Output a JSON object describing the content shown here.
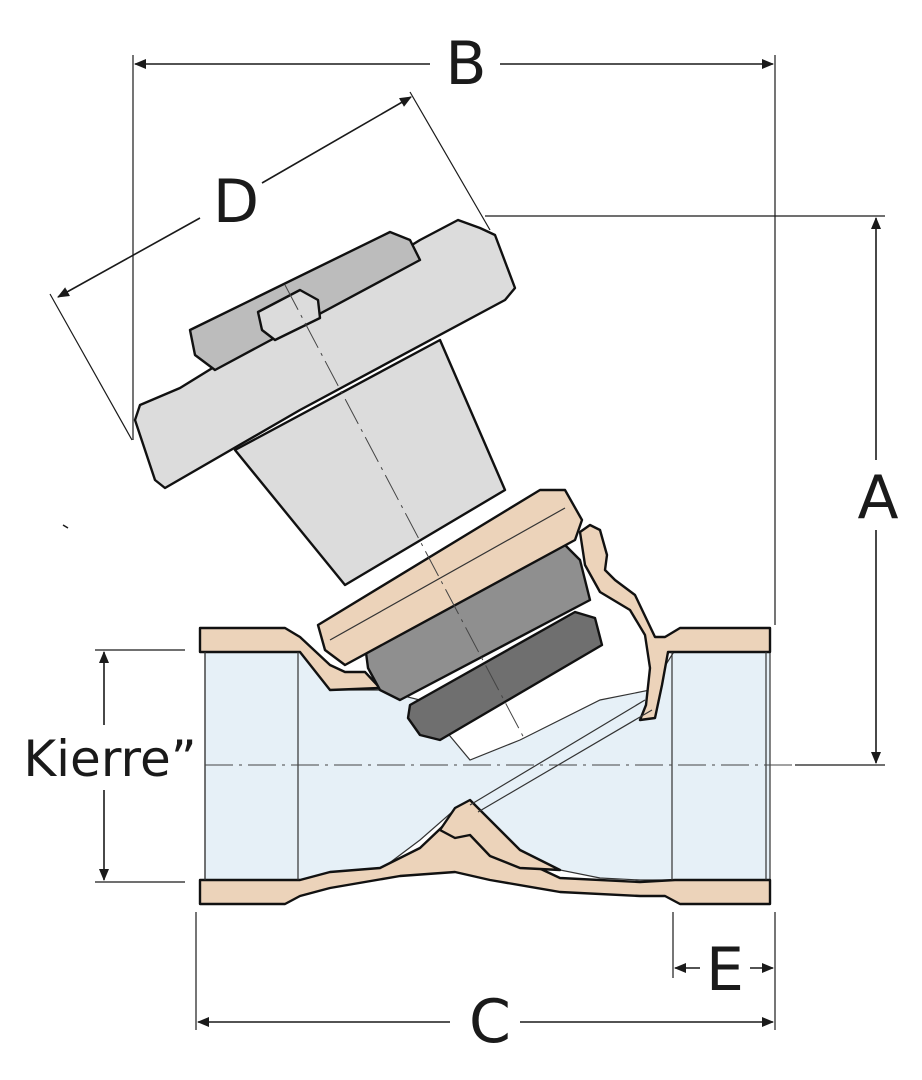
{
  "dimensions": {
    "a": "A",
    "b": "B",
    "c": "C",
    "d": "D",
    "e": "E",
    "thread": "Kierre”"
  },
  "colors": {
    "bronze": "#ecd3ba",
    "bronze_dark": "#d9b896",
    "flow_area": "#e6f0f7",
    "handle": "#dcdcdc",
    "handle_dark": "#bcbcbc",
    "bonnet": "#8f8f8f",
    "bonnet_dark": "#6f6f6f",
    "line": "#1a1a1a"
  }
}
